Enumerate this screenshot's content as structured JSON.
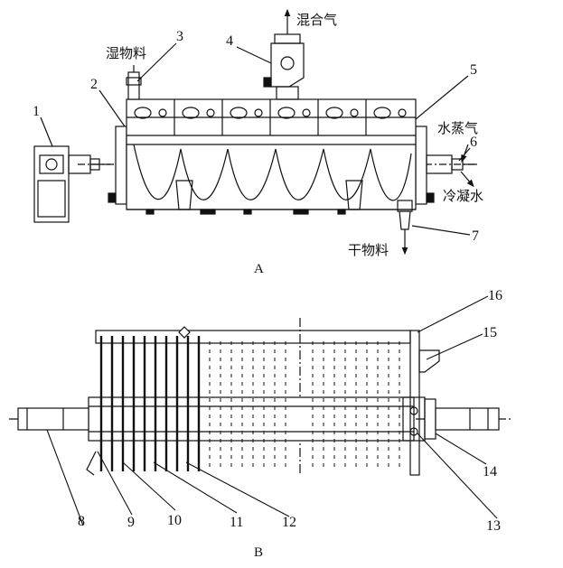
{
  "figure_a": {
    "caption": "A",
    "labels": {
      "wet_material": "湿物料",
      "mixed_gas": "混合气",
      "steam": "水蒸气",
      "condensate": "冷凝水",
      "dry_material": "干物料"
    },
    "callouts": [
      "1",
      "2",
      "3",
      "4",
      "5",
      "6",
      "7"
    ]
  },
  "figure_b": {
    "caption": "B",
    "callouts": [
      "8",
      "9",
      "10",
      "11",
      "12",
      "13",
      "14",
      "15",
      "16"
    ]
  },
  "colors": {
    "line": "#111111",
    "background": "#ffffff"
  }
}
